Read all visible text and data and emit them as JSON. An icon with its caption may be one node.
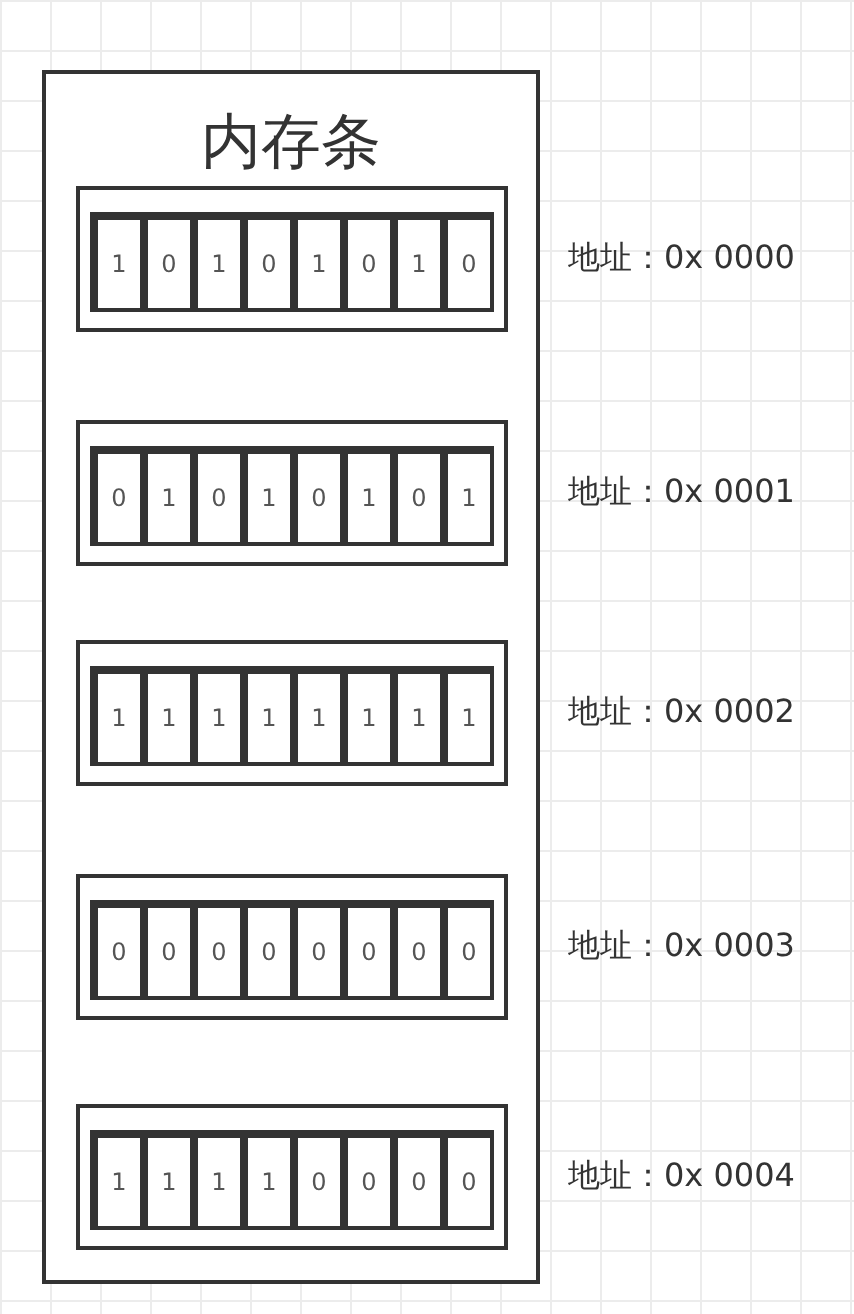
{
  "diagram": {
    "nodes": [
      {
        "text": [
          "内存条"
        ]
      },
      {
        "text": [],
        "shape": "box",
        "in": 0,
        "beside": [
          "地址：0x 0000"
        ]
      },
      {
        "text": [
          "1"
        ],
        "in": 1
      },
      {
        "text": [
          "0"
        ],
        "in": 1
      },
      {
        "text": [
          "1"
        ],
        "in": 1
      },
      {
        "text": [
          "0"
        ],
        "in": 1
      },
      {
        "text": [
          "1"
        ],
        "in": 1
      },
      {
        "text": [
          "0"
        ],
        "in": 1
      },
      {
        "text": [
          "1"
        ],
        "in": 1
      },
      {
        "text": [
          "0"
        ],
        "in": 1
      },
      {
        "text": [],
        "shape": "box",
        "in": 0,
        "beside": [
          "地址：0x 0001"
        ]
      },
      {
        "text": [
          "0"
        ],
        "in": 10
      },
      {
        "text": [
          "1"
        ],
        "in": 10
      },
      {
        "text": [
          "0"
        ],
        "in": 10
      },
      {
        "text": [
          "1"
        ],
        "in": 10
      },
      {
        "text": [
          "0"
        ],
        "in": 10
      },
      {
        "text": [
          "1"
        ],
        "in": 10
      },
      {
        "text": [
          "0"
        ],
        "in": 10
      },
      {
        "text": [
          "1"
        ],
        "in": 10
      },
      {
        "text": [],
        "shape": "box",
        "in": 0,
        "beside": [
          "地址：0x 0002"
        ]
      },
      {
        "text": [
          "1"
        ],
        "in": 19
      },
      {
        "text": [
          "1"
        ],
        "in": 19
      },
      {
        "text": [
          "1"
        ],
        "in": 19
      },
      {
        "text": [
          "1"
        ],
        "in": 19
      },
      {
        "text": [
          "1"
        ],
        "in": 19
      },
      {
        "text": [
          "1"
        ],
        "in": 19
      },
      {
        "text": [
          "1"
        ],
        "in": 19
      },
      {
        "text": [
          "1"
        ],
        "in": 19
      },
      {
        "text": [],
        "shape": "box",
        "in": 0,
        "beside": [
          "地址：0x 0003"
        ]
      },
      {
        "text": [
          "0"
        ],
        "in": 28
      },
      {
        "text": [
          "0"
        ],
        "in": 28
      },
      {
        "text": [
          "0"
        ],
        "in": 28
      },
      {
        "text": [
          "0"
        ],
        "in": 28
      },
      {
        "text": [
          "0"
        ],
        "in": 28
      },
      {
        "text": [
          "0"
        ],
        "in": 28
      },
      {
        "text": [
          "0"
        ],
        "in": 28
      },
      {
        "text": [
          "0"
        ],
        "in": 28
      },
      {
        "text": [],
        "shape": "box",
        "in": 0,
        "beside": [
          "地址：0x 0004"
        ]
      },
      {
        "text": [
          "1"
        ],
        "in": 37
      },
      {
        "text": [
          "1"
        ],
        "in": 37
      },
      {
        "text": [
          "1"
        ],
        "in": 37
      },
      {
        "text": [
          "1"
        ],
        "in": 37
      },
      {
        "text": [
          "0"
        ],
        "in": 37
      },
      {
        "text": [
          "0"
        ],
        "in": 37
      },
      {
        "text": [
          "0"
        ],
        "in": 37
      },
      {
        "text": [
          "0"
        ],
        "in": 37
      }
    ],
    "edges": []
  }
}
